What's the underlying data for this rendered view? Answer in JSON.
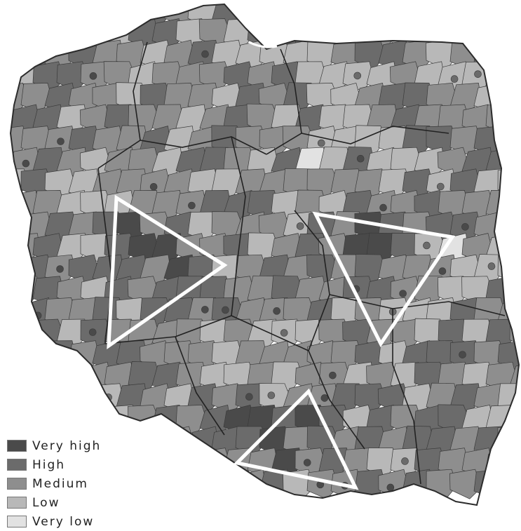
{
  "legend": {
    "items": [
      {
        "label": "Very high",
        "color": "#4a4a4a"
      },
      {
        "label": "High",
        "color": "#6b6b6b"
      },
      {
        "label": "Medium",
        "color": "#8e8e8e"
      },
      {
        "label": "Low",
        "color": "#b8b8b8"
      },
      {
        "label": "Very low",
        "color": "#e2e2e2"
      }
    ]
  },
  "colors": {
    "background": "#ffffff",
    "region_border": "#3a3a3a",
    "highlight_triangles": "#ffffff"
  },
  "map": {
    "region_levels": [
      "Very high",
      "High",
      "Medium",
      "Low",
      "Very low"
    ]
  }
}
